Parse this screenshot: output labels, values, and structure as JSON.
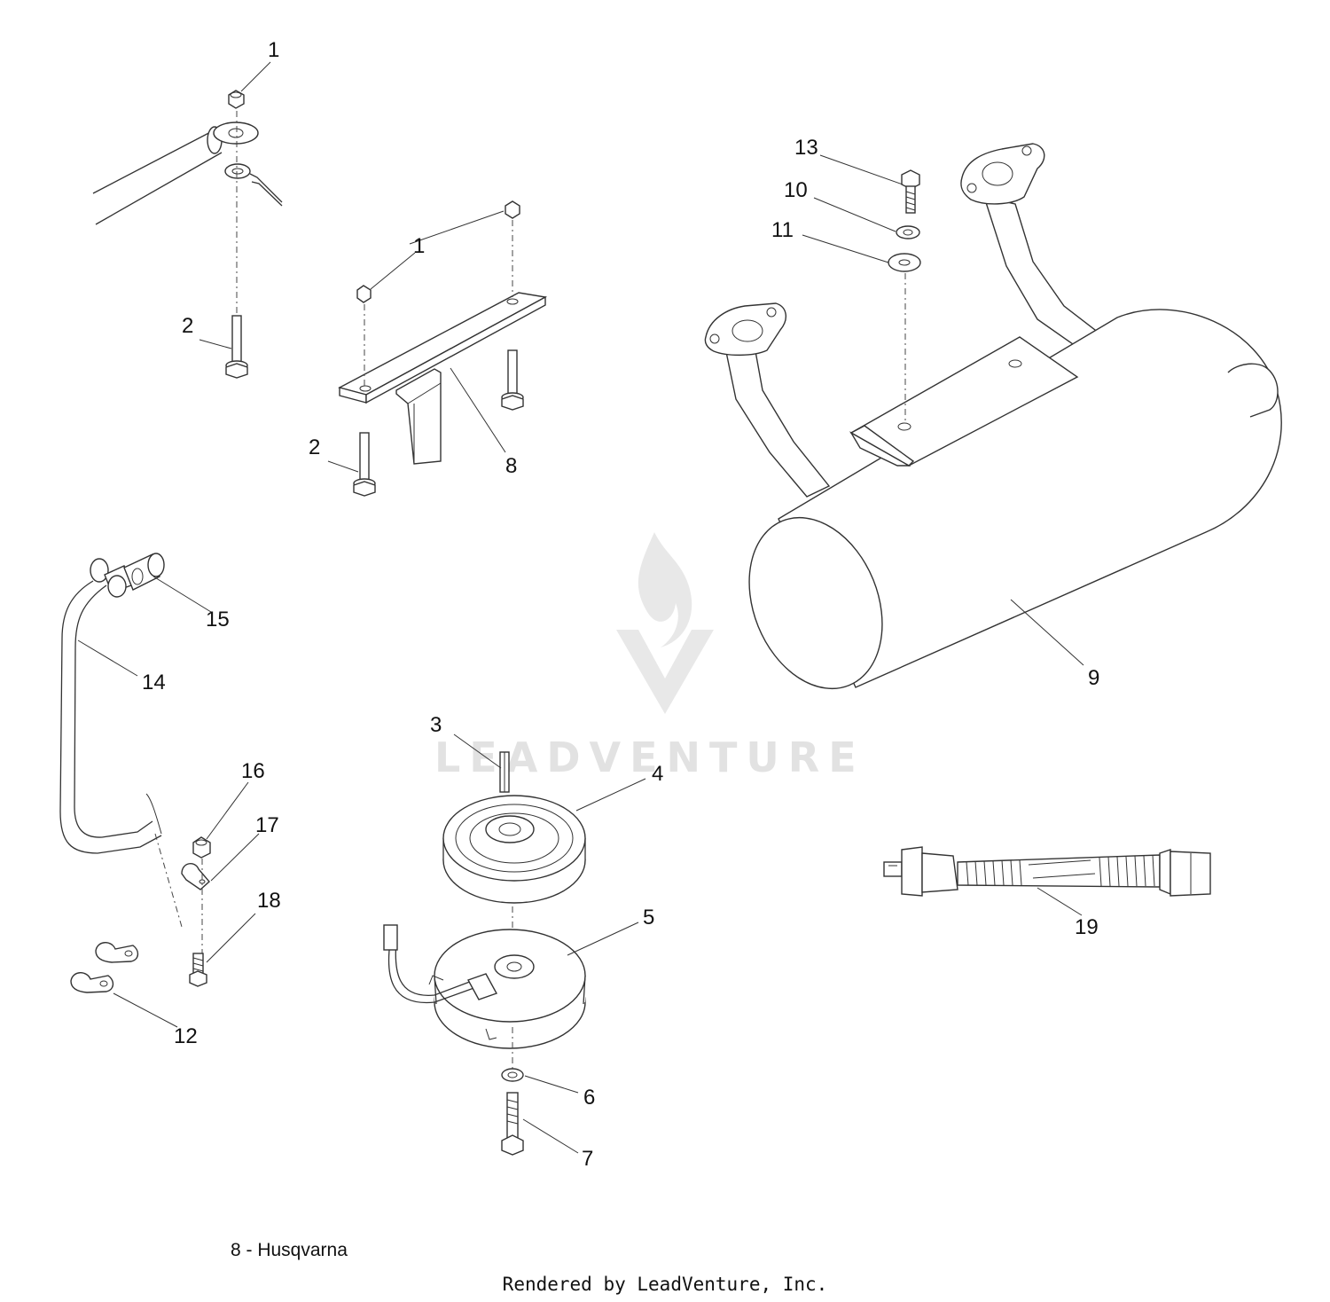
{
  "watermark": {
    "text": "LEADVENTURE"
  },
  "callouts": [
    {
      "id": "c1a",
      "text": "1"
    },
    {
      "id": "c1b",
      "text": "1"
    },
    {
      "id": "c2a",
      "text": "2"
    },
    {
      "id": "c2b",
      "text": "2"
    },
    {
      "id": "c3",
      "text": "3"
    },
    {
      "id": "c4",
      "text": "4"
    },
    {
      "id": "c5",
      "text": "5"
    },
    {
      "id": "c6",
      "text": "6"
    },
    {
      "id": "c7",
      "text": "7"
    },
    {
      "id": "c8",
      "text": "8"
    },
    {
      "id": "c9",
      "text": "9"
    },
    {
      "id": "c10",
      "text": "10"
    },
    {
      "id": "c11",
      "text": "11"
    },
    {
      "id": "c12",
      "text": "12"
    },
    {
      "id": "c13",
      "text": "13"
    },
    {
      "id": "c14",
      "text": "14"
    },
    {
      "id": "c15",
      "text": "15"
    },
    {
      "id": "c16",
      "text": "16"
    },
    {
      "id": "c17",
      "text": "17"
    },
    {
      "id": "c18",
      "text": "18"
    },
    {
      "id": "c19",
      "text": "19"
    }
  ],
  "footer": {
    "page_label": "8 - Husqvarna",
    "rendered_by": "Rendered by LeadVenture, Inc."
  }
}
